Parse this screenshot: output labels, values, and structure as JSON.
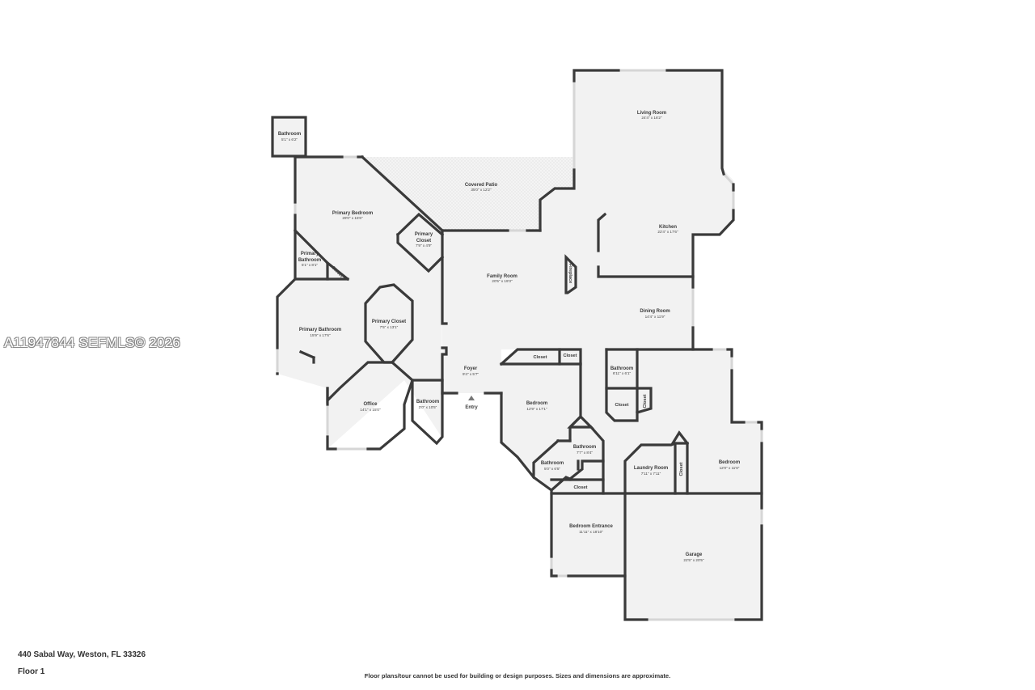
{
  "watermark": "A11947844  SEFMLS© 2026",
  "address": "440 Sabal Way, Weston, FL 33326",
  "floor_label": "Floor 1",
  "disclaimer": "Floor plans/tour cannot be used for building or design purposes. Sizes and dimensions are approximate.",
  "rooms": {
    "living_room": {
      "name": "Living Room",
      "dims": "24'4\" x 16'2\""
    },
    "kitchen": {
      "name": "Kitchen",
      "dims": "22'4\" x 17'6\""
    },
    "covered_patio": {
      "name": "Covered Patio",
      "dims": "35'0\" x 12'2\""
    },
    "bathroom_top": {
      "name": "Bathroom",
      "dims": "5'1\" x 6'2\""
    },
    "primary_bedroom": {
      "name": "Primary Bedroom",
      "dims": "29'0\" x 15'6\""
    },
    "primary_closet_small": {
      "name_1": "Primary",
      "name_2": "Closet",
      "dims": "7'9\" x 4'9\""
    },
    "primary_bathroom_small": {
      "name_1": "Primary",
      "name_2": "Bathroom",
      "dims": "5'1\" x 8'1\""
    },
    "family_room": {
      "name": "Family Room",
      "dims": "20'5\" x 19'3\""
    },
    "dining_room": {
      "name": "Dining Room",
      "dims": "14'4\" x 11'9\""
    },
    "primary_bathroom": {
      "name": "Primary Bathroom",
      "dims": "15'9\" x 17'6\""
    },
    "primary_closet": {
      "name": "Primary Closet",
      "dims": "7'5\" x 13'1\""
    },
    "foyer": {
      "name": "Foyer",
      "dims": "9'4\" x 5'7\""
    },
    "office": {
      "name": "Office",
      "dims": "14'1\" x 15'0\""
    },
    "bathroom_hall": {
      "name": "Bathroom",
      "dims": "3'0\" x 10'5\""
    },
    "bedroom_left": {
      "name": "Bedroom",
      "dims": "12'9\" x 17'1\""
    },
    "bathroom_right": {
      "name": "Bathroom",
      "dims": "6'11\" x 6'1\""
    },
    "bathroom_mid1": {
      "name": "Bathroom",
      "dims": "7'7\" x 8'4\""
    },
    "bathroom_mid2": {
      "name": "Bathroom",
      "dims": "5'0\" x 6'5\""
    },
    "laundry_room": {
      "name": "Laundry Room",
      "dims": "7'11\" x 7'11\""
    },
    "bedroom_right": {
      "name": "Bedroom",
      "dims": "12'0\" x 11'6\""
    },
    "bedroom_entrance": {
      "name": "Bedroom Entrance",
      "dims": "11'11\" x 18'10\""
    },
    "garage": {
      "name": "Garage",
      "dims": "22'5\" x 20'5\""
    }
  },
  "labels": {
    "entry": "Entry",
    "fireplace": "Fireplace",
    "closet": "Closet"
  }
}
